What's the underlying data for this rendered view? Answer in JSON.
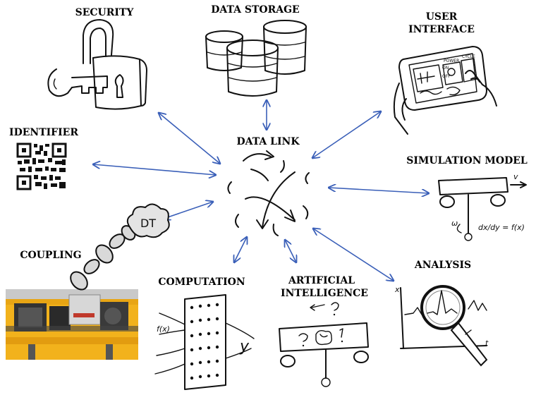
{
  "hub": {
    "label": "DATA LINK"
  },
  "nodes": {
    "security": {
      "label": "SECURITY"
    },
    "data_storage": {
      "label": "DATA STORAGE"
    },
    "user_interface": {
      "label_line1": "USER",
      "label_line2": "INTERFACE",
      "screen_text_1": "POWER",
      "screen_text_2": "CYCLE",
      "screen_text_3": "ON",
      "screen_text_4": "OFF"
    },
    "identifier": {
      "label": "IDENTIFIER"
    },
    "simulation_model": {
      "label": "SIMULATION MODEL",
      "velocity_symbol": "v",
      "omega_symbol": "ω",
      "equation": "dx/dy = f(x)"
    },
    "coupling": {
      "label": "COUPLING",
      "cloud_text": "DT"
    },
    "computation": {
      "label": "COMPUTATION",
      "f_label": "f(x)",
      "y_label": "y"
    },
    "artificial_intelligence": {
      "label_line1": "ARTIFICIAL",
      "label_line2": "INTELLIGENCE"
    },
    "analysis": {
      "label": "ANALYSIS",
      "x_axis": "t",
      "y_axis": "x"
    }
  },
  "colors": {
    "arrow": "#3a5fb8",
    "sketch": "#111111",
    "photo_yellow": "#f2b21c"
  }
}
